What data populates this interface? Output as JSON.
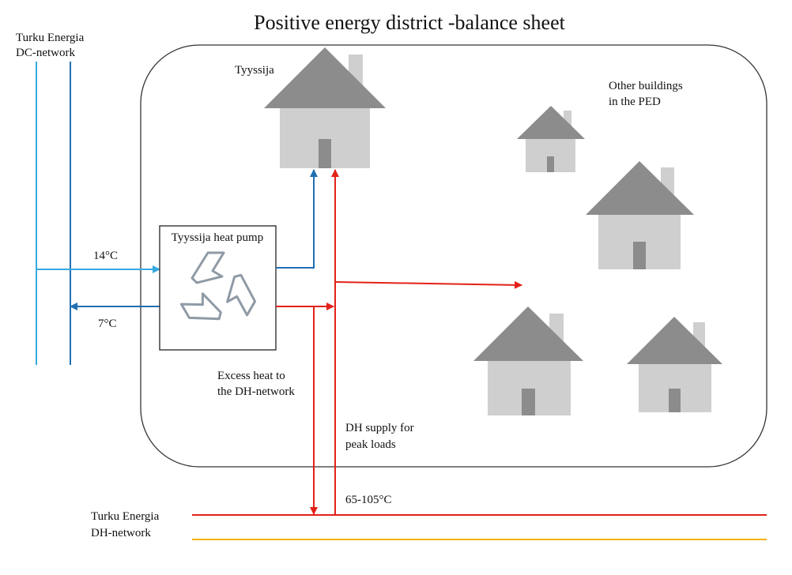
{
  "diagram": {
    "title": "Positive energy district -balance sheet",
    "dc_network_label_line1": "Turku Energia",
    "dc_network_label_line2": "DC-network",
    "main_building_label": "Tyyssija",
    "other_buildings_line1": "Other buildings",
    "other_buildings_line2": "in the PED",
    "heat_pump_label": "Tyyssija heat pump",
    "temp_supply": "14°C",
    "temp_return": "7°C",
    "excess_heat_line1": "Excess heat to",
    "excess_heat_line2": "the DH-network",
    "dh_supply_line1": "DH supply for",
    "dh_supply_line2": "peak loads",
    "dh_temp": "65-105°C",
    "dh_network_label_line1": "Turku Energia",
    "dh_network_label_line2": "DH-network"
  },
  "colors": {
    "dc_supply": "#37a9e1",
    "dc_return": "#1f6fb2",
    "dh_red": "#e32119",
    "dh_yellow": "#f4b400",
    "roof": "#8c8c8c",
    "wall": "#cfcfcf",
    "door": "#8c8c8c",
    "recycle_icon": "#8f9aa6",
    "district_border": "#333333"
  }
}
